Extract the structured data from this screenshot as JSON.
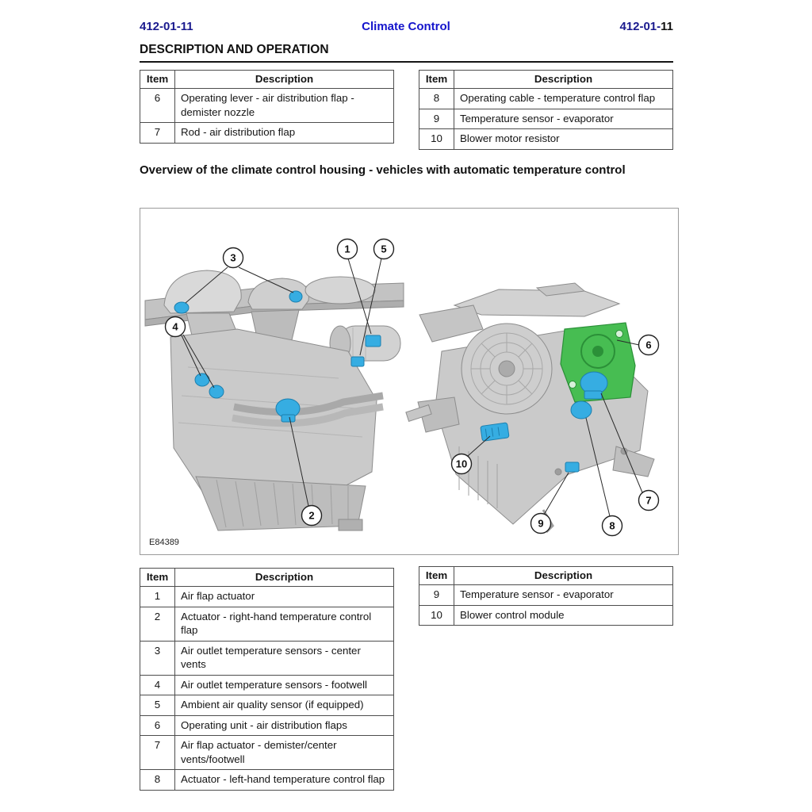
{
  "header": {
    "page_ref_left": "412-01-11",
    "title": "Climate Control",
    "page_ref_right_prefix": "412-01-",
    "page_ref_right_suffix": "11"
  },
  "section_title": "DESCRIPTION AND OPERATION",
  "tables": {
    "top_left": {
      "headers": {
        "item": "Item",
        "description": "Description"
      },
      "rows": [
        {
          "item": "6",
          "description": "Operating lever - air distribution flap - demister nozzle"
        },
        {
          "item": "7",
          "description": "Rod - air distribution flap"
        }
      ]
    },
    "top_right": {
      "headers": {
        "item": "Item",
        "description": "Description"
      },
      "rows": [
        {
          "item": "8",
          "description": "Operating cable - temperature control flap"
        },
        {
          "item": "9",
          "description": "Temperature sensor - evaporator"
        },
        {
          "item": "10",
          "description": "Blower motor resistor"
        }
      ]
    },
    "bottom_left": {
      "headers": {
        "item": "Item",
        "description": "Description"
      },
      "rows": [
        {
          "item": "1",
          "description": "Air flap actuator"
        },
        {
          "item": "2",
          "description": "Actuator - right-hand temperature control flap"
        },
        {
          "item": "3",
          "description": "Air outlet temperature sensors - center vents"
        },
        {
          "item": "4",
          "description": "Air outlet temperature sensors - footwell"
        },
        {
          "item": "5",
          "description": "Ambient air quality sensor (if equipped)"
        },
        {
          "item": "6",
          "description": "Operating unit - air distribution flaps"
        },
        {
          "item": "7",
          "description": "Air flap actuator - demister/center vents/footwell"
        },
        {
          "item": "8",
          "description": "Actuator - left-hand temperature control flap"
        }
      ]
    },
    "bottom_right": {
      "headers": {
        "item": "Item",
        "description": "Description"
      },
      "rows": [
        {
          "item": "9",
          "description": "Temperature sensor - evaporator"
        },
        {
          "item": "10",
          "description": "Blower control module"
        }
      ]
    }
  },
  "figure": {
    "caption": "Overview of the climate control housing - vehicles with automatic temperature control",
    "code": "E84389",
    "callouts": [
      "1",
      "2",
      "3",
      "4",
      "5",
      "6",
      "7",
      "8",
      "9",
      "10"
    ]
  },
  "colors": {
    "header_navy": "#1a1a8e",
    "title_blue": "#1414cc",
    "highlight_blue": "#36ade2",
    "highlight_green": "#47bd52"
  }
}
